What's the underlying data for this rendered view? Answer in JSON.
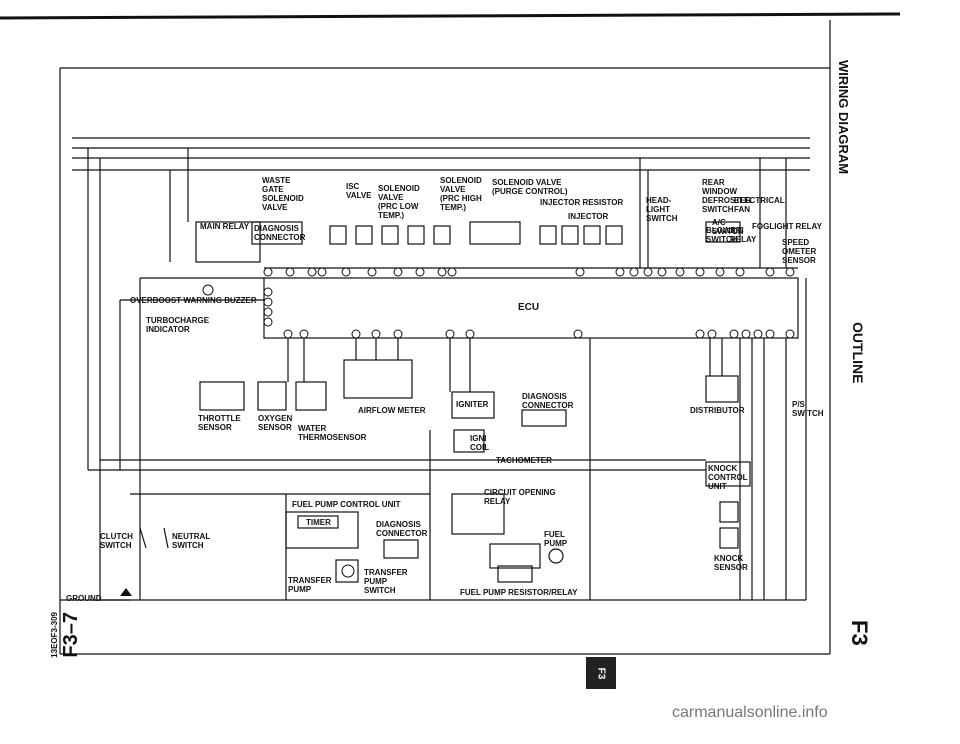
{
  "page": {
    "side_title": "WIRING DIAGRAM",
    "side_subtitle": "OUTLINE",
    "section_code": "F3",
    "page_number": "F3–7",
    "doc_code": "13EOF3-309",
    "badge": "F3",
    "watermark": "carmanualsonline.info"
  },
  "diagram": {
    "ecu_label": "ECU",
    "top_components": {
      "waste_gate": "WASTE\nGATE\nSOLENOID\nVALVE",
      "isc_valve": "ISC\nVALVE",
      "solenoid_valve_low": "SOLENOID\nVALVE\n(PRC LOW\nTEMP.)",
      "solenoid_valve_high": "SOLENOID\nVALVE\n(PRC HIGH\nTEMP.)",
      "solenoid_valve_purge": "SOLENOID VALVE\n(PURGE CONTROL)",
      "injector_resistor": "INJECTOR RESISTOR",
      "injector": "INJECTOR",
      "main_relay": "MAIN RELAY",
      "diagnosis_connector": "DIAGNOSIS\nCONNECTOR"
    },
    "right_components": {
      "head_light_switch": "HEAD-\nLIGHT\nSWITCH",
      "rear_window_defroster": "REAR\nWINDOW\nDEFROSTER\nSWITCH",
      "ac_switch": "A/C\nSWITCH",
      "blower_switch": "BLOWER\nSWITCH",
      "ac_relay": "A/C\nRELAY",
      "electrical_fan": "ELECTRICAL\nFAN",
      "foglight_relay": "FOGLIGHT RELAY",
      "speedometer_sensor": "SPEED\nOMETER\nSENSOR"
    },
    "left_components": {
      "overboost_buzzer": "OVERBOOST WARNING BUZZER",
      "turbocharge_indicator": "TURBOCHARGE\nINDICATOR"
    },
    "lower_components": {
      "throttle_sensor": "THROTTLE\nSENSOR",
      "oxygen_sensor": "OXYGEN\nSENSOR",
      "water_thermosensor": "WATER\nTHERMOSENSOR",
      "airflow_meter": "AIRFLOW METER",
      "igniter": "IGNITER",
      "ign_coil": "IGNI\nCOIL",
      "diagnosis_connector_2": "DIAGNOSIS\nCONNECTOR",
      "tachometer": "TACHOMETER",
      "distributor": "DISTRIBUTOR",
      "ps_switch": "P/S\nSWITCH",
      "knock_control_unit": "KNOCK\nCONTROL\nUNIT",
      "knock_sensor": "KNOCK\nSENSOR",
      "clutch_switch": "CLUTCH\nSWITCH",
      "neutral_switch": "NEUTRAL\nSWITCH",
      "ground": "GROUND",
      "fuel_pump_control_unit": "FUEL PUMP CONTROL UNIT",
      "timer": "TIMER",
      "diagnosis_connector_3": "DIAGNOSIS\nCONNECTOR",
      "transfer_pump": "TRANSFER\nPUMP",
      "transfer_pump_switch": "TRANSFER\nPUMP\nSWITCH",
      "circuit_opening_relay": "CIRCUIT OPENING\nRELAY",
      "fuel_pump": "FUEL\nPUMP",
      "fuel_pump_resistor_relay": "FUEL PUMP RESISTOR/RELAY"
    }
  }
}
